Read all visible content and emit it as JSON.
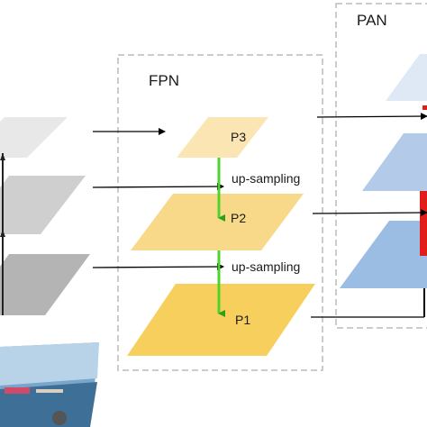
{
  "groups": {
    "fpn": {
      "title": "FPN"
    },
    "pan": {
      "title": "PAN"
    }
  },
  "levels": [
    {
      "label": "P3",
      "color": "#fbe6b3"
    },
    {
      "label": "P2",
      "color": "#f8d98a"
    },
    {
      "label": "P1",
      "color": "#f6cf5c"
    }
  ],
  "operations": [
    {
      "label": "up-sampling"
    },
    {
      "label": "up-sampling"
    }
  ],
  "colors": {
    "backbone_light": "#e8e8e8",
    "backbone_mid": "#cfcfcf",
    "backbone_dark": "#b4b4b4",
    "pan_faint": "#dfe9f5",
    "pan_light": "#b3cbe8",
    "pan_mid": "#9bbce3",
    "upsample_arrow": "#4ed32c",
    "pan_arrow": "#e21b1b",
    "dashed_border": "#bbbbbb"
  }
}
